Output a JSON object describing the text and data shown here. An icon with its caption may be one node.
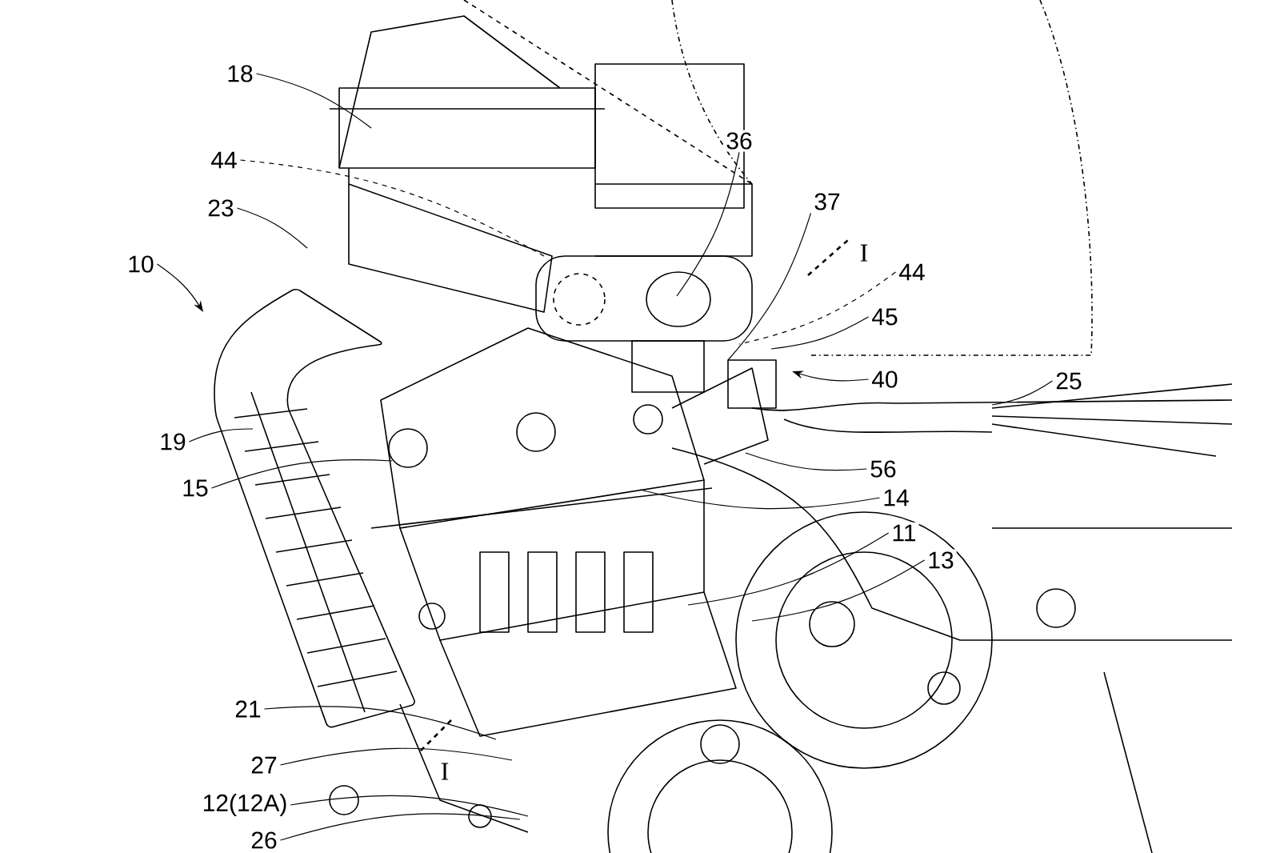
{
  "diagram": {
    "nodes": [
      {
        "text": [
          "18"
        ]
      },
      {
        "text": [
          "44"
        ]
      },
      {
        "text": [
          "23"
        ]
      },
      {
        "text": [
          "10"
        ]
      },
      {
        "text": [
          "36"
        ]
      },
      {
        "text": [
          "37"
        ]
      },
      {
        "text": [
          "44"
        ]
      },
      {
        "text": [
          "45"
        ]
      },
      {
        "text": [
          "40"
        ]
      },
      {
        "text": [
          "25"
        ]
      },
      {
        "text": [
          "19"
        ]
      },
      {
        "text": [
          "15"
        ]
      },
      {
        "text": [
          "56"
        ]
      },
      {
        "text": [
          "14"
        ]
      },
      {
        "text": [
          "11"
        ]
      },
      {
        "text": [
          "13"
        ]
      },
      {
        "text": [
          "21"
        ]
      },
      {
        "text": [
          "27"
        ]
      },
      {
        "text": [
          "12(12A)"
        ]
      },
      {
        "text": [
          "26"
        ]
      }
    ],
    "edges": [
      {
        "from": 0,
        "to": null,
        "arrow": "none"
      },
      {
        "from": 1,
        "to": null,
        "arrow": "none",
        "style": "dashed"
      },
      {
        "from": 2,
        "to": null,
        "arrow": "none"
      },
      {
        "from": 3,
        "to": null,
        "arrow": "to"
      },
      {
        "from": 4,
        "to": null,
        "arrow": "none"
      },
      {
        "from": 5,
        "to": null,
        "arrow": "none"
      },
      {
        "from": 6,
        "to": null,
        "arrow": "none",
        "style": "dashed"
      },
      {
        "from": 7,
        "to": null,
        "arrow": "none"
      },
      {
        "from": 8,
        "to": null,
        "arrow": "to"
      },
      {
        "from": 9,
        "to": null,
        "arrow": "none"
      },
      {
        "from": 10,
        "to": null,
        "arrow": "none"
      },
      {
        "from": 11,
        "to": null,
        "arrow": "none"
      },
      {
        "from": 12,
        "to": null,
        "arrow": "none"
      },
      {
        "from": 13,
        "to": null,
        "arrow": "none"
      },
      {
        "from": 14,
        "to": null,
        "arrow": "none"
      },
      {
        "from": 15,
        "to": null,
        "arrow": "none"
      },
      {
        "from": 16,
        "to": null,
        "arrow": "none"
      },
      {
        "from": 17,
        "to": null,
        "arrow": "none"
      },
      {
        "from": 18,
        "to": null,
        "arrow": "none"
      },
      {
        "from": 19,
        "to": null,
        "arrow": "none"
      }
    ],
    "labels": [
      "I",
      "I"
    ]
  }
}
